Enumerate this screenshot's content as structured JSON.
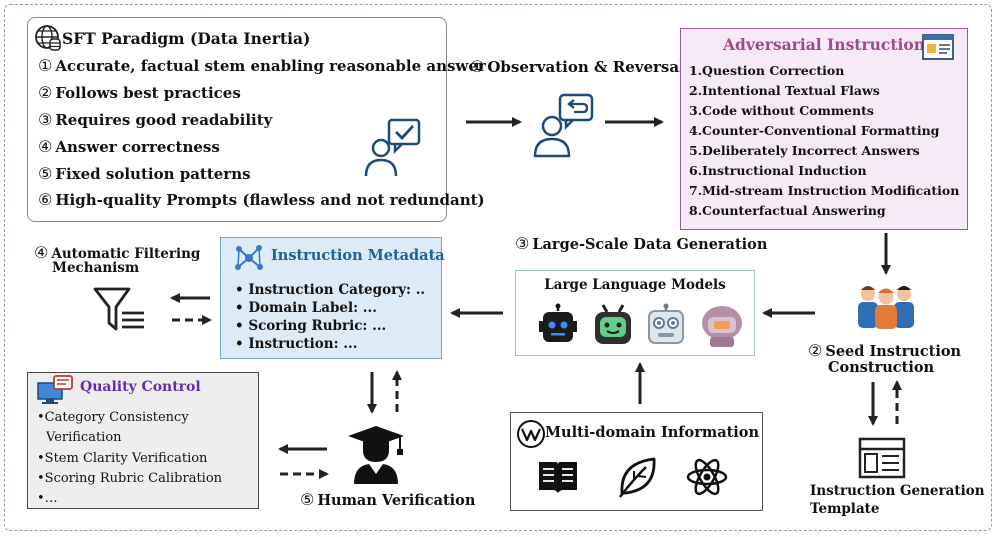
{
  "sft": {
    "title": "SFT Paradigm (Data Inertia)",
    "items": [
      {
        "num": "①",
        "text": "Accurate, factual stem enabling reasonable answer"
      },
      {
        "num": "②",
        "text": "Follows best practices"
      },
      {
        "num": "③",
        "text": "Requires good readability"
      },
      {
        "num": "④",
        "text": "Answer correctness"
      },
      {
        "num": "⑤",
        "text": "Fixed solution patterns"
      },
      {
        "num": "⑥",
        "text": "High-quality Prompts (flawless and not redundant)"
      }
    ]
  },
  "observation": {
    "num": "①",
    "text": "Observation & Reversal"
  },
  "adversarial": {
    "title": "Adversarial Instructions",
    "items": [
      "1.Question Correction",
      "2.Intentional Textual Flaws",
      "3.Code without Comments",
      "4.Counter-Conventional Formatting",
      "5.Deliberately Incorrect Answers",
      "6.Instructional Induction",
      "7.Mid-stream Instruction Modification",
      "8.Counterfactual Answering"
    ]
  },
  "large_scale": {
    "num": "③",
    "text": "Large-Scale Data Generation"
  },
  "llm": {
    "title": "Large Language Models"
  },
  "seed": {
    "num": "②",
    "line1": "Seed Instruction",
    "line2": "Construction"
  },
  "template": {
    "line1": "Instruction Generation",
    "line2": "Template"
  },
  "filter": {
    "num": "④",
    "line1": "Automatic Filtering",
    "line2": "Mechanism"
  },
  "metadata": {
    "title": "Instruction Metadata",
    "items": [
      "• Instruction Category: ..",
      "• Domain Label: ...",
      "• Scoring Rubric: ...",
      "• Instruction: ..."
    ]
  },
  "quality": {
    "title": "Quality Control",
    "items": [
      "•Category Consistency",
      "Verification",
      "•Stem Clarity Verification",
      "•Scoring Rubric Calibration",
      "•…"
    ]
  },
  "human": {
    "num": "⑤",
    "text": "Human Verification"
  },
  "multidomain": {
    "title": "Multi-domain Information"
  }
}
